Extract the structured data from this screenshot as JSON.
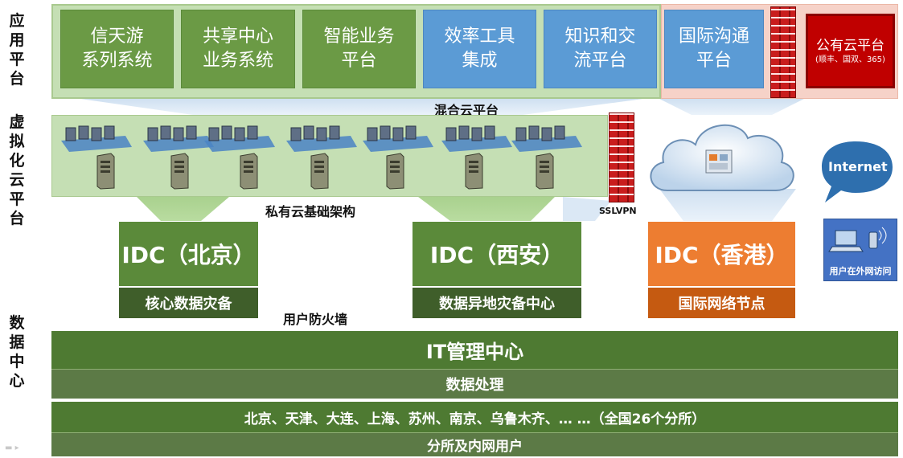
{
  "side_labels": {
    "app": [
      "应",
      "用",
      "平",
      "台"
    ],
    "virt": [
      "虚",
      "拟",
      "化",
      "云",
      "平",
      "台"
    ],
    "data": [
      "数",
      "据",
      "中",
      "心"
    ]
  },
  "app_tiles": [
    {
      "line1": "信天游",
      "line2": "系列系统",
      "color": "green"
    },
    {
      "line1": "共享中心",
      "line2": "业务系统",
      "color": "green"
    },
    {
      "line1": "智能业务",
      "line2": "平台",
      "color": "green"
    },
    {
      "line1": "效率工具",
      "line2": "集成",
      "color": "blue"
    },
    {
      "line1": "知识和交",
      "line2": "流平台",
      "color": "blue"
    },
    {
      "line1": "国际沟通",
      "line2": "平台",
      "color": "blue"
    }
  ],
  "public_cloud": {
    "title": "公有云平台",
    "subtitle": "(顺丰、国双、365)"
  },
  "hybrid_label": "混合云平台",
  "private_label": "私有云基础架构",
  "sslvpn_label": "SSLVPN",
  "internet_label": "Internet",
  "remote_user_label": "用户在外网访问",
  "user_firewall_label": "用户防火墙",
  "idcs": [
    {
      "name": "IDC（北京）",
      "desc": "核心数据灾备"
    },
    {
      "name": "IDC（西安）",
      "desc": "数据异地灾备中心"
    },
    {
      "name": "IDC（香港）",
      "desc": "国际网络节点"
    }
  ],
  "bands": {
    "it_center": "IT管理中心",
    "data_processing": "数据处理",
    "branches": "北京、天津、大连、上海、苏州、南京、乌鲁木齐、… …（全国26个分所）",
    "branch_users": "分所及内网用户"
  },
  "colors": {
    "dark_green": "#4e7a32",
    "mid_green": "#5b8a3a",
    "orange": "#ed7d31",
    "blue": "#5b9bd5",
    "red": "#c00000",
    "light_green": "#c5dfb4"
  }
}
